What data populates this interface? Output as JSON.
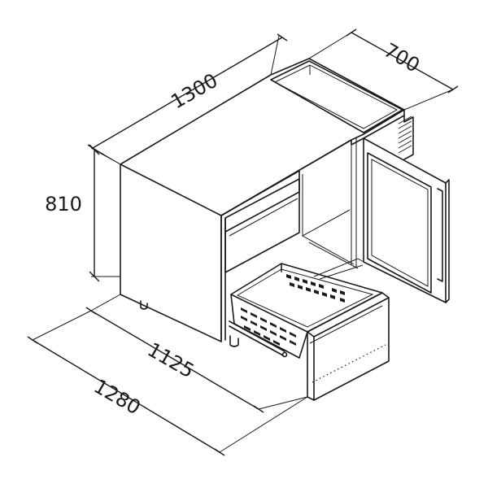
{
  "dimensions": {
    "width_top": "1300",
    "depth": "700",
    "height": "810",
    "body_width": "1125",
    "overall_width": "1280"
  },
  "colors": {
    "line": "#1a1a1a",
    "background": "#ffffff"
  }
}
